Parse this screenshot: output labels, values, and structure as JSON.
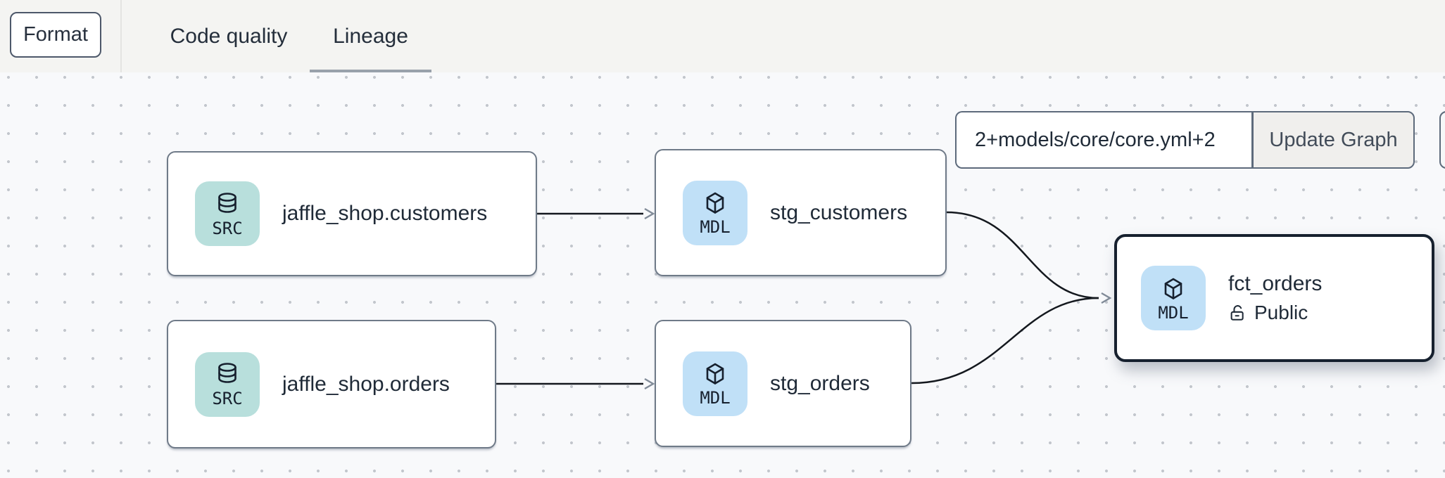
{
  "toolbar": {
    "format_label": "Format",
    "tabs": [
      {
        "label": "Code quality",
        "active": false
      },
      {
        "label": "Lineage",
        "active": true
      }
    ]
  },
  "graph_controls": {
    "selector_value": "2+models/core/core.yml+2",
    "update_label": "Update Graph"
  },
  "nodes": [
    {
      "id": "jaffle_shop.customers",
      "type": "source",
      "badge": "SRC",
      "icon": "database-icon",
      "label": "jaffle_shop.customers"
    },
    {
      "id": "stg_customers",
      "type": "model",
      "badge": "MDL",
      "icon": "cube-icon",
      "label": "stg_customers"
    },
    {
      "id": "jaffle_shop.orders",
      "type": "source",
      "badge": "SRC",
      "icon": "database-icon",
      "label": "jaffle_shop.orders"
    },
    {
      "id": "stg_orders",
      "type": "model",
      "badge": "MDL",
      "icon": "cube-icon",
      "label": "stg_orders"
    },
    {
      "id": "fct_orders",
      "type": "model",
      "badge": "MDL",
      "icon": "cube-icon",
      "label": "fct_orders",
      "access": "Public",
      "selected": true
    }
  ],
  "edges": [
    {
      "from": "jaffle_shop.customers",
      "to": "stg_customers"
    },
    {
      "from": "jaffle_shop.orders",
      "to": "stg_orders"
    },
    {
      "from": "stg_customers",
      "to": "fct_orders"
    },
    {
      "from": "stg_orders",
      "to": "fct_orders"
    }
  ],
  "colors": {
    "source_badge_bg": "#b8dfdc",
    "model_badge_bg": "#c0e0f7",
    "selected_border": "#16202e",
    "edge": "#14181e",
    "tab_underline": "#99a1ab",
    "header_bg": "#f4f4f2",
    "canvas_bg": "#f8f9fb"
  }
}
